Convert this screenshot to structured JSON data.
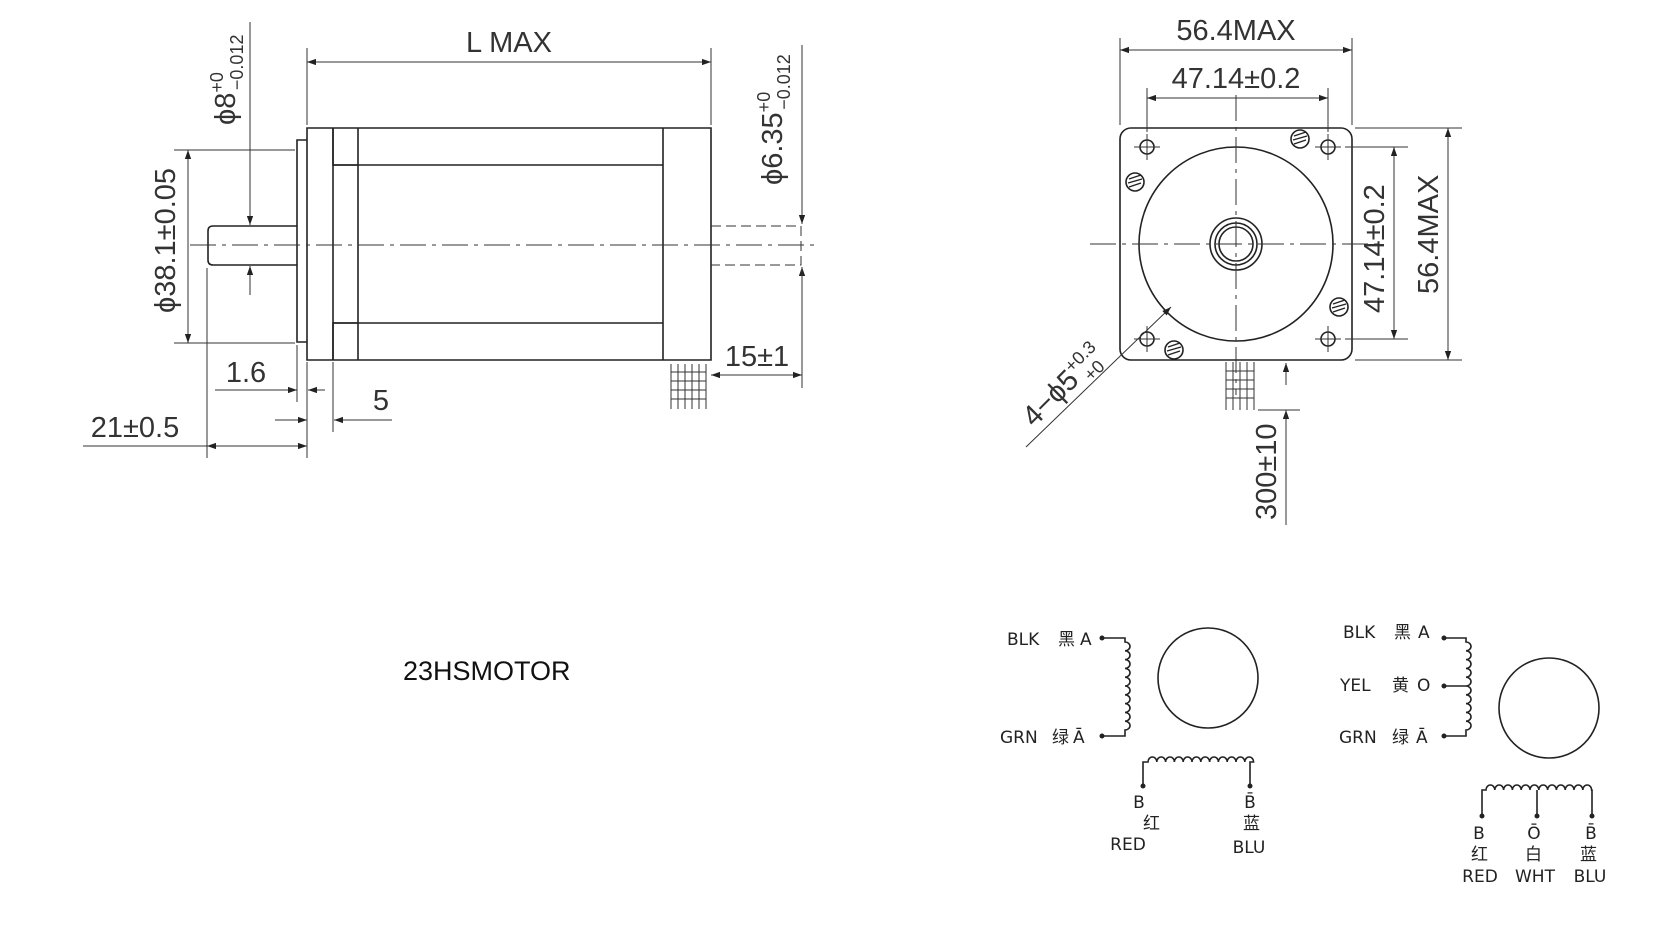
{
  "title": "23HSMOTOR",
  "side_view": {
    "length": "L MAX",
    "shaft_dia": "ϕ8",
    "shaft_tol_upper": "+0",
    "shaft_tol_lower": "−0.012",
    "pilot_dia": "ϕ38.1±0.05",
    "rear_shaft_dia": "ϕ6.35",
    "rear_tol_upper": "+0",
    "rear_tol_lower": "−0.012",
    "flange_1_6": "1.6",
    "flange_5": "5",
    "shaft_len": "21±0.5",
    "rear_len": "15±1"
  },
  "front_view": {
    "body_width": "56.4MAX",
    "hole_spacing_h": "47.14±0.2",
    "hole_spacing_v": "47.14±0.2",
    "body_height": "56.4MAX",
    "holes": "4−ϕ5",
    "holes_tol_upper": "+0.3",
    "holes_tol_lower": "+0",
    "lead_length": "300±10"
  },
  "wiring_4": {
    "a_wire": "BLK",
    "a_cn": "黑",
    "a_sig": "A",
    "abar_wire": "GRN",
    "abar_cn": "绿",
    "abar_sig": "Ā",
    "b_sig": "B",
    "b_cn": "红",
    "b_wire": "RED",
    "bbar_sig": "B̄",
    "bbar_cn": "蓝",
    "bbar_wire": "BLU"
  },
  "wiring_6": {
    "a_wire": "BLK",
    "a_cn": "黑",
    "a_sig": "A",
    "o_wire": "YEL",
    "o_cn": "黄",
    "o_sig": "O",
    "abar_wire": "GRN",
    "abar_cn": "绿",
    "abar_sig": "Ā",
    "b_sig": "B",
    "b_cn": "红",
    "b_wire": "RED",
    "obar_sig": "Ō",
    "obar_cn": "白",
    "obar_wire": "WHT",
    "bbar_sig": "B̄",
    "bbar_cn": "蓝",
    "bbar_wire": "BLU"
  }
}
